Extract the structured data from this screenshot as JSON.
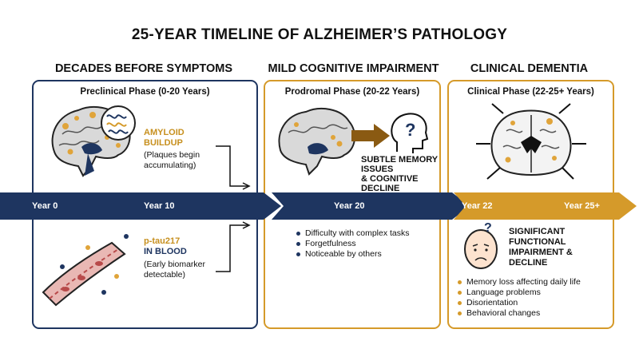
{
  "title": "25-YEAR TIMELINE OF ALZHEIMER’S PATHOLOGY",
  "sections": [
    {
      "heading": "DECADES BEFORE SYMPTOMS",
      "phase": "Preclinical Phase (0-20 Years)"
    },
    {
      "heading": "MILD COGNITIVE IMPAIRMENT",
      "phase": "Prodromal Phase (20-22 Years)"
    },
    {
      "heading": "CLINICAL DEMENTIA",
      "phase": "Clinical Phase (22-25+ Years)"
    }
  ],
  "preclinical": {
    "amyloid_title_1": "AMYLOID",
    "amyloid_title_2": "BUILDUP",
    "amyloid_desc_1": "(Plaques begin",
    "amyloid_desc_2": "accumulating)",
    "ptau_title_1": "p-tau217",
    "ptau_title_2": "IN BLOOD",
    "ptau_desc_1": "(Early biomarker",
    "ptau_desc_2": "detectable)"
  },
  "prodromal": {
    "headline_1": "SUBTLE MEMORY",
    "headline_2": "ISSUES",
    "headline_3": "& COGNITIVE",
    "headline_4": "DECLINE",
    "bullets": [
      "Difficulty with complex tasks",
      "Forgetfulness",
      "Noticeable by others"
    ]
  },
  "clinical": {
    "headline_1": "SIGNIFICANT",
    "headline_2": "FUNCTIONAL",
    "headline_3": "IMPAIRMENT &",
    "headline_4": "DECLINE",
    "bullets": [
      "Memory loss affecting daily life",
      "Language problems",
      "Disorientation",
      "Behavioral changes"
    ]
  },
  "timeline": {
    "year_0": "Year 0",
    "year_10": "Year 10",
    "year_20": "Year 20",
    "year_22": "Year 22",
    "year_25": "Year 25+"
  },
  "colors": {
    "navy": "#1e3560",
    "gold": "#d59a2a",
    "plaque": "#e0a43a",
    "vessel": "#b84a4a"
  },
  "icons": [
    "brain-icon",
    "amyloid-coil-icon",
    "blood-vessel-icon",
    "question-head-icon",
    "brain-atrophy-icon",
    "worried-face-icon"
  ]
}
